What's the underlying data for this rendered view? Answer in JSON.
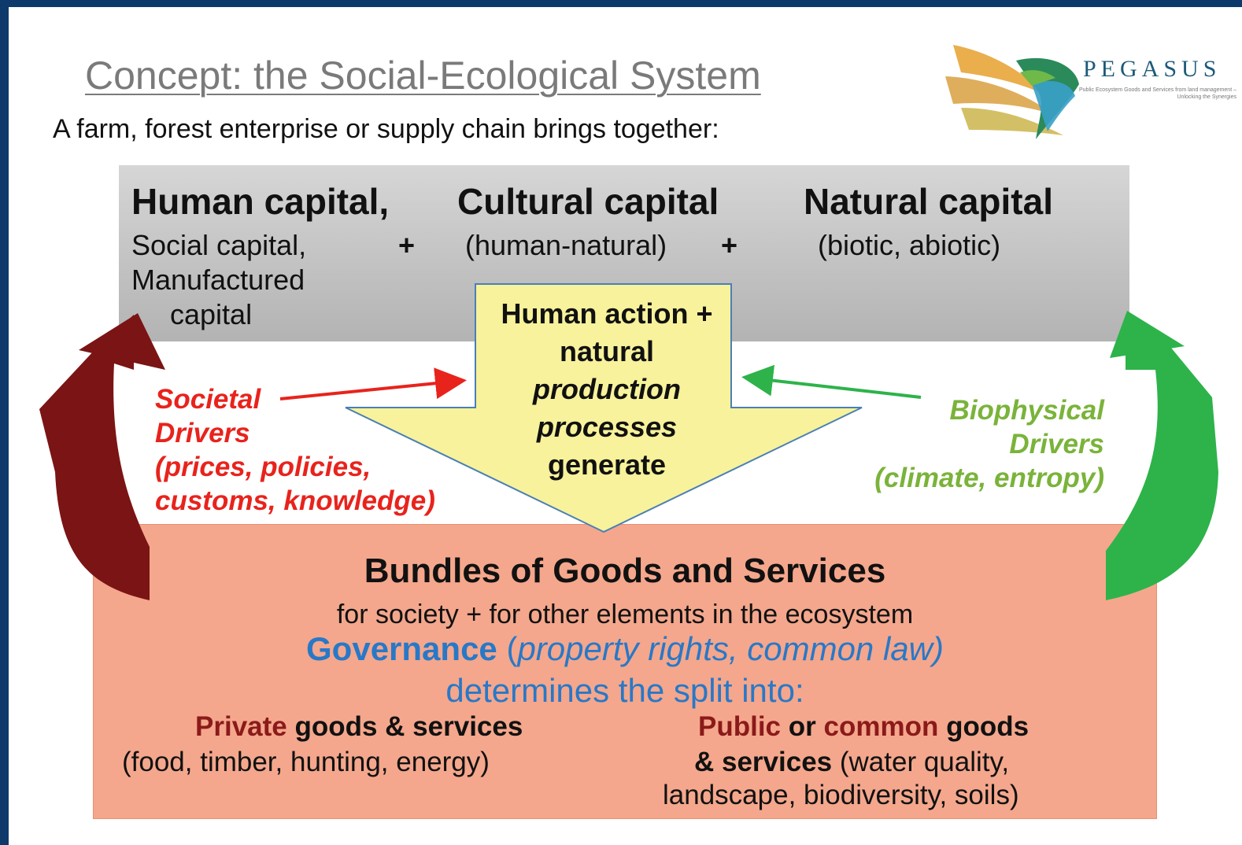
{
  "title": "Concept: the Social-Ecological System",
  "subtitle": "A farm, forest enterprise or supply chain brings together:",
  "logo": {
    "name": "PEGASUS",
    "tagline": "Public Ecosystem Goods and Services from land management – Unlocking the Synergies"
  },
  "capitals": {
    "human": {
      "heading": "Human capital,",
      "line1": "Social capital,",
      "line2": "Manufactured",
      "line3": "capital"
    },
    "plus1": "+",
    "cultural": {
      "heading": "Cultural capital",
      "sub": "(human-natural)"
    },
    "plus2": "+",
    "natural": {
      "heading": "Natural capital",
      "sub": "(biotic, abiotic)"
    }
  },
  "process": {
    "line1": "Human action +",
    "line2": "natural",
    "line3": "production",
    "line4": "processes",
    "line5": "generate"
  },
  "societal": {
    "line1": "Societal",
    "line2": "Drivers",
    "line3": "(prices, policies,",
    "line4": "customs, knowledge)"
  },
  "biophysical": {
    "line1": "Biophysical",
    "line2": "Drivers",
    "line3": "(climate, entropy)"
  },
  "bundles": {
    "heading": "Bundles of Goods and Services",
    "sub": "for society + for other elements in the ecosystem",
    "governance_word": "Governance",
    "governance_paren_open": " (",
    "governance_detail": "property rights, common law)",
    "determines": "determines the split into:",
    "private_word": "Private",
    "private_rest": " goods & services",
    "private_examples": "(food, timber, hunting, energy)",
    "public_word": "Public",
    "public_or": " or ",
    "common_word": "common",
    "public_goods": " goods",
    "public_line2_bold": "& services",
    "public_line2_rest": " (water quality,",
    "public_line3": "landscape, biodiversity, soils)"
  },
  "colors": {
    "frame": "#0d3a6b",
    "societal_red": "#e8231c",
    "biophysical_green": "#7ab33a",
    "feedback_darkred": "#7b1414",
    "feedback_green": "#2db34a",
    "governance_blue": "#2878c8",
    "capital_band": "#c4c4c4",
    "bundle_band": "#f4a78c",
    "process_arrow": "#f7f29b"
  }
}
